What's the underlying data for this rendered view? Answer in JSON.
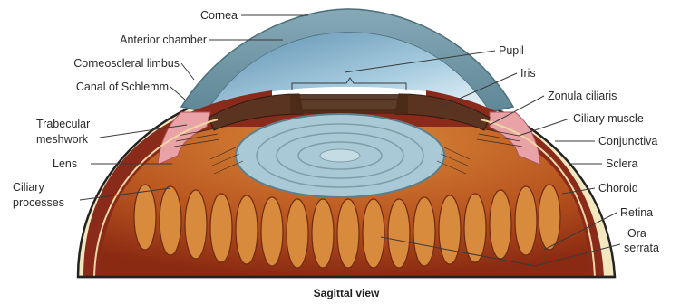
{
  "diagram": {
    "caption": "Sagittal view",
    "labels": {
      "cornea": "Cornea",
      "anterior_chamber": "Anterior chamber",
      "corneoscleral_limbus": "Corneoscleral limbus",
      "canal_of_schlemm": "Canal of Schlemm",
      "trabecular_line1": "Trabecular",
      "trabecular_line2": "meshwork",
      "lens": "Lens",
      "ciliary_line1": "Ciliary",
      "ciliary_line2": "processes",
      "pupil": "Pupil",
      "iris": "Iris",
      "zonula_ciliaris": "Zonula ciliaris",
      "ciliary_muscle": "Ciliary muscle",
      "conjunctiva": "Conjunctiva",
      "sclera": "Sclera",
      "choroid": "Choroid",
      "retina": "Retina",
      "ora_line1": "Ora",
      "ora_line2": "serrata"
    },
    "colors": {
      "cornea": "#7a9fae",
      "anterior_chamber": "#cfe3ee",
      "sclera": "#f3e7bf",
      "choroid": "#8a2a1a",
      "ciliary_body": "#c86f2e",
      "lens": "#a9c9d6",
      "iris": "#5a3420",
      "conjunctiva": "#e9a3a7"
    }
  }
}
